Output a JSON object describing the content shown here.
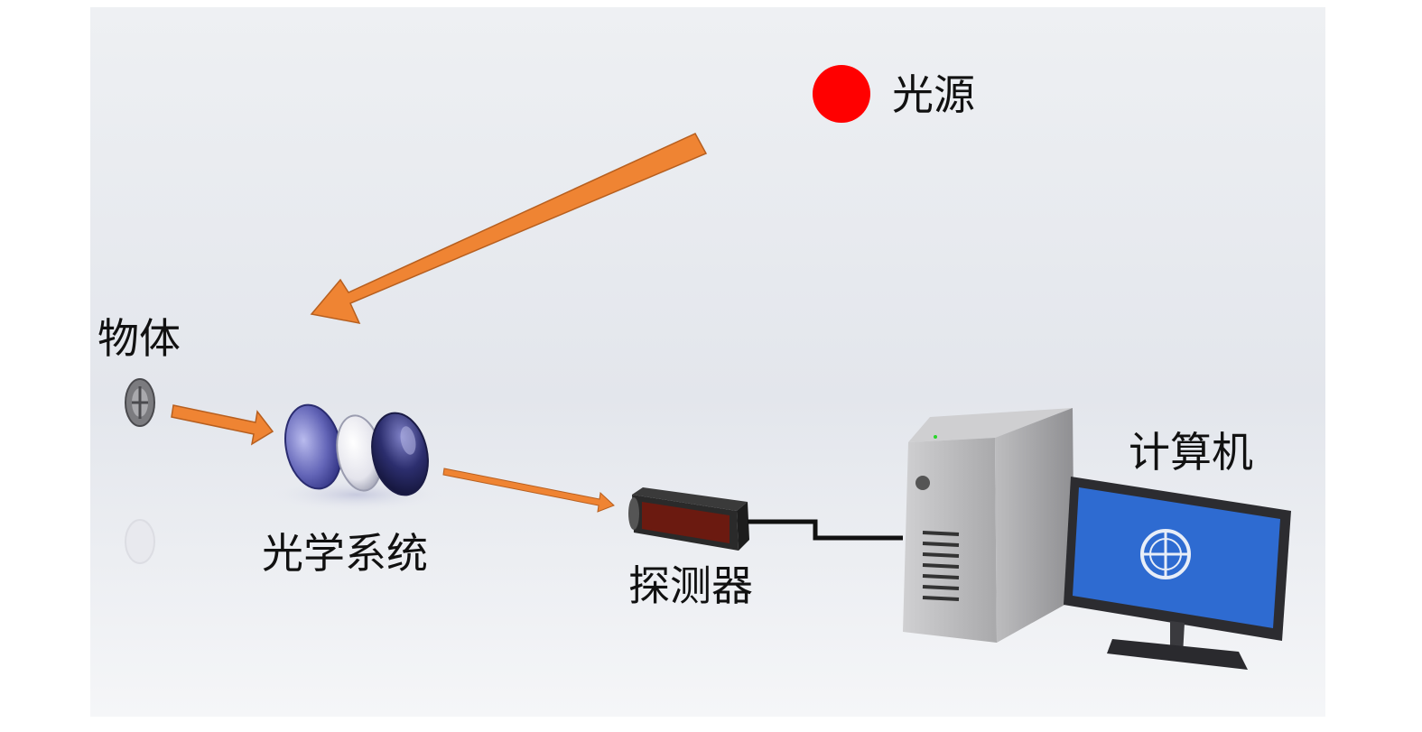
{
  "labels": {
    "light_source": "光源",
    "object": "物体",
    "optical_system": "光学系统",
    "detector": "探测器",
    "computer": "计算机"
  },
  "colors": {
    "background_top": "#e9ebef",
    "background_bottom": "#f4f5f7",
    "light_dot": "#ff0000",
    "arrow": "#ef8433",
    "arrow_edge": "#b75f1f",
    "lens_dark": "#3d3f8f",
    "lens_light": "#9a9cd8",
    "detector_body": "#6b1a10",
    "detector_frame": "#2a2a2a",
    "cable": "#111111",
    "case": "#b9b9bb",
    "monitor_frame": "#2c2c30",
    "screen": "#2e6bd1"
  }
}
